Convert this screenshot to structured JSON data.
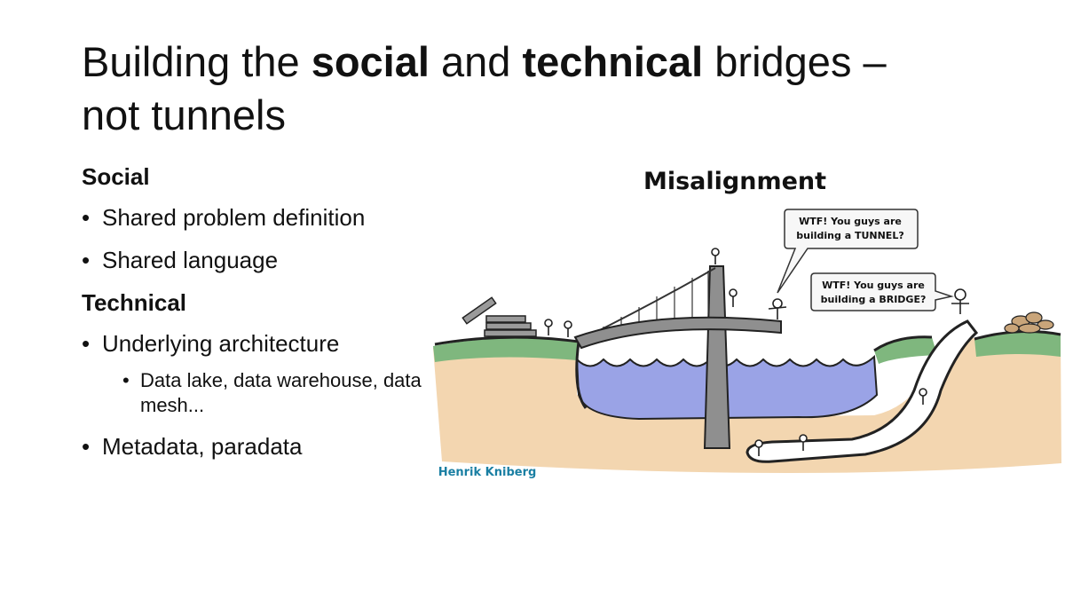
{
  "slide": {
    "title": {
      "part1": "Building the ",
      "bold1": "social",
      "part2": " and ",
      "bold2": "technical",
      "part3": " bridges –",
      "line2": "not tunnels"
    },
    "sections": [
      {
        "heading": "Social",
        "items": [
          "Shared problem definition",
          "Shared language"
        ]
      },
      {
        "heading": "Technical",
        "items": [
          "Underlying architecture",
          "Metadata, paradata"
        ],
        "subitem": "Data lake, data warehouse, data mesh..."
      }
    ],
    "bullet": "•"
  },
  "illustration": {
    "heading": "Misalignment",
    "bubble_top": {
      "line1": "WTF! You guys are",
      "line2": "building a TUNNEL?"
    },
    "bubble_bottom": {
      "line1": "WTF! You guys are",
      "line2": "building a BRIDGE?"
    },
    "credit": "Henrik Kniberg",
    "colors": {
      "earth": "#f3d6b0",
      "grass": "#7fb77e",
      "water": "#9aa3e6",
      "bridge": "#8f8f8f",
      "credit": "#1a7fa3"
    }
  }
}
